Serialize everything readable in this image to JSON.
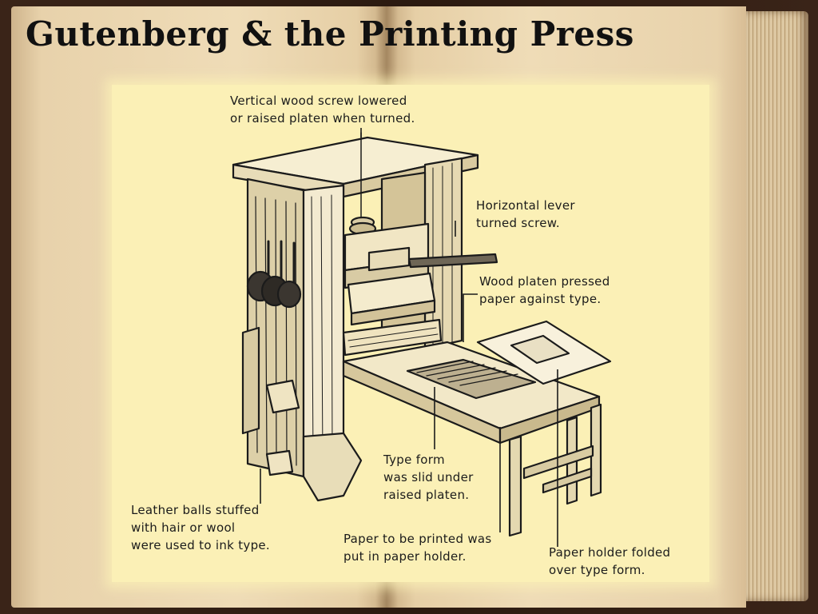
{
  "title": "Gutenberg & the Printing Press",
  "labels": {
    "screw": [
      "Vertical wood screw lowered",
      "or raised platen when turned."
    ],
    "lever": [
      "Horizontal lever",
      "turned screw."
    ],
    "platen": [
      "Wood platen pressed",
      "paper against type."
    ],
    "type_form": [
      "Type form",
      "was slid under",
      "raised platen."
    ],
    "leather_balls": [
      "Leather balls stuffed",
      "with hair or wool",
      "were used to ink type."
    ],
    "paper": [
      "Paper to be printed was",
      "put in paper holder."
    ],
    "paper_holder": [
      "Paper holder folded",
      "over type form."
    ]
  },
  "colors": {
    "plate_background": "#fbf0b6",
    "ink": "#1b1b1b",
    "page": "#efdcb7"
  }
}
